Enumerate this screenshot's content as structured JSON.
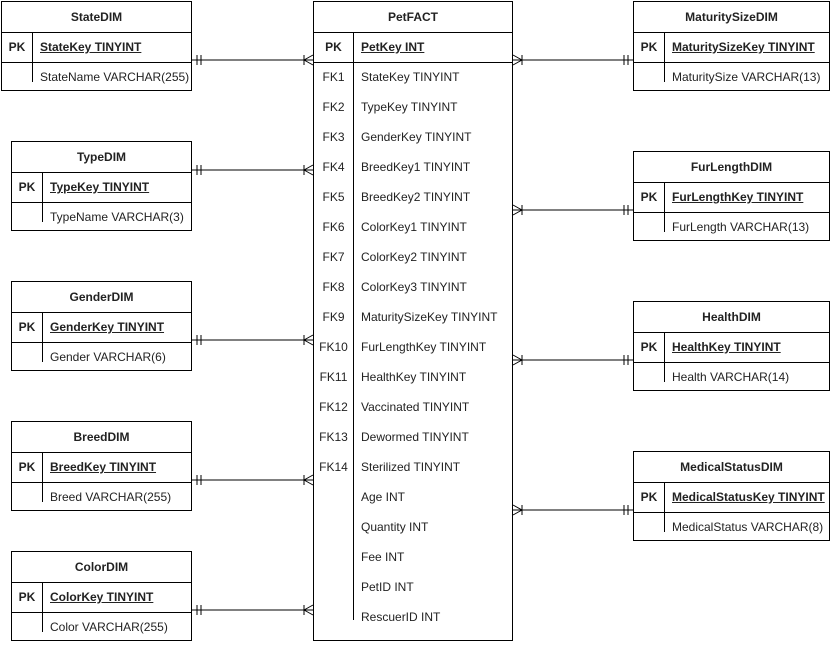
{
  "tables": {
    "state": {
      "title": "StateDIM",
      "pk": {
        "key": "PK",
        "field": "StateKey TINYINT"
      },
      "fields": [
        "StateName VARCHAR(255)"
      ]
    },
    "type": {
      "title": "TypeDIM",
      "pk": {
        "key": "PK",
        "field": "TypeKey TINYINT"
      },
      "fields": [
        "TypeName VARCHAR(3)"
      ]
    },
    "gender": {
      "title": "GenderDIM",
      "pk": {
        "key": "PK",
        "field": "GenderKey TINYINT"
      },
      "fields": [
        "Gender VARCHAR(6)"
      ]
    },
    "breed": {
      "title": "BreedDIM",
      "pk": {
        "key": "PK",
        "field": "BreedKey TINYINT"
      },
      "fields": [
        "Breed VARCHAR(255)"
      ]
    },
    "color": {
      "title": "ColorDIM",
      "pk": {
        "key": "PK",
        "field": "ColorKey TINYINT"
      },
      "fields": [
        "Color VARCHAR(255)"
      ]
    },
    "maturity": {
      "title": "MaturitySizeDIM",
      "pk": {
        "key": "PK",
        "field": "MaturitySizeKey TINYINT"
      },
      "fields": [
        "MaturitySize VARCHAR(13)"
      ]
    },
    "furlength": {
      "title": "FurLengthDIM",
      "pk": {
        "key": "PK",
        "field": "FurLengthKey TINYINT"
      },
      "fields": [
        "FurLength VARCHAR(13)"
      ]
    },
    "health": {
      "title": "HealthDIM",
      "pk": {
        "key": "PK",
        "field": "HealthKey TINYINT"
      },
      "fields": [
        "Health VARCHAR(14)"
      ]
    },
    "medical": {
      "title": "MedicalStatusDIM",
      "pk": {
        "key": "PK",
        "field": "MedicalStatusKey TINYINT"
      },
      "fields": [
        "MedicalStatus VARCHAR(8)"
      ]
    },
    "fact": {
      "title": "PetFACT",
      "pk": {
        "key": "PK",
        "field": "PetKey INT"
      },
      "rows": [
        {
          "key": "FK1",
          "field": "StateKey TINYINT"
        },
        {
          "key": "FK2",
          "field": "TypeKey TINYINT"
        },
        {
          "key": "FK3",
          "field": "GenderKey TINYINT"
        },
        {
          "key": "FK4",
          "field": "BreedKey1 TINYINT"
        },
        {
          "key": "FK5",
          "field": "BreedKey2 TINYINT"
        },
        {
          "key": "FK6",
          "field": "ColorKey1 TINYINT"
        },
        {
          "key": "FK7",
          "field": "ColorKey2 TINYINT"
        },
        {
          "key": "FK8",
          "field": "ColorKey3 TINYINT"
        },
        {
          "key": "FK9",
          "field": "MaturitySizeKey TINYINT"
        },
        {
          "key": "FK10",
          "field": "FurLengthKey TINYINT"
        },
        {
          "key": "FK11",
          "field": "HealthKey TINYINT"
        },
        {
          "key": "FK12",
          "field": "Vaccinated TINYINT"
        },
        {
          "key": "FK13",
          "field": "Dewormed TINYINT"
        },
        {
          "key": "FK14",
          "field": "Sterilized TINYINT"
        },
        {
          "key": "",
          "field": "Age INT"
        },
        {
          "key": "",
          "field": "Quantity INT"
        },
        {
          "key": "",
          "field": "Fee INT"
        },
        {
          "key": "",
          "field": "PetID INT"
        },
        {
          "key": "",
          "field": "RescuerID INT"
        }
      ]
    }
  },
  "relationships": [
    {
      "from": "state",
      "to": "fact",
      "cardinality": "one-to-many"
    },
    {
      "from": "type",
      "to": "fact",
      "cardinality": "one-to-many"
    },
    {
      "from": "gender",
      "to": "fact",
      "cardinality": "one-to-many"
    },
    {
      "from": "breed",
      "to": "fact",
      "cardinality": "one-to-many"
    },
    {
      "from": "color",
      "to": "fact",
      "cardinality": "one-to-many"
    },
    {
      "from": "maturity",
      "to": "fact",
      "cardinality": "one-to-many"
    },
    {
      "from": "furlength",
      "to": "fact",
      "cardinality": "one-to-many"
    },
    {
      "from": "health",
      "to": "fact",
      "cardinality": "one-to-many"
    },
    {
      "from": "medical",
      "to": "fact",
      "cardinality": "one-to-many"
    }
  ]
}
